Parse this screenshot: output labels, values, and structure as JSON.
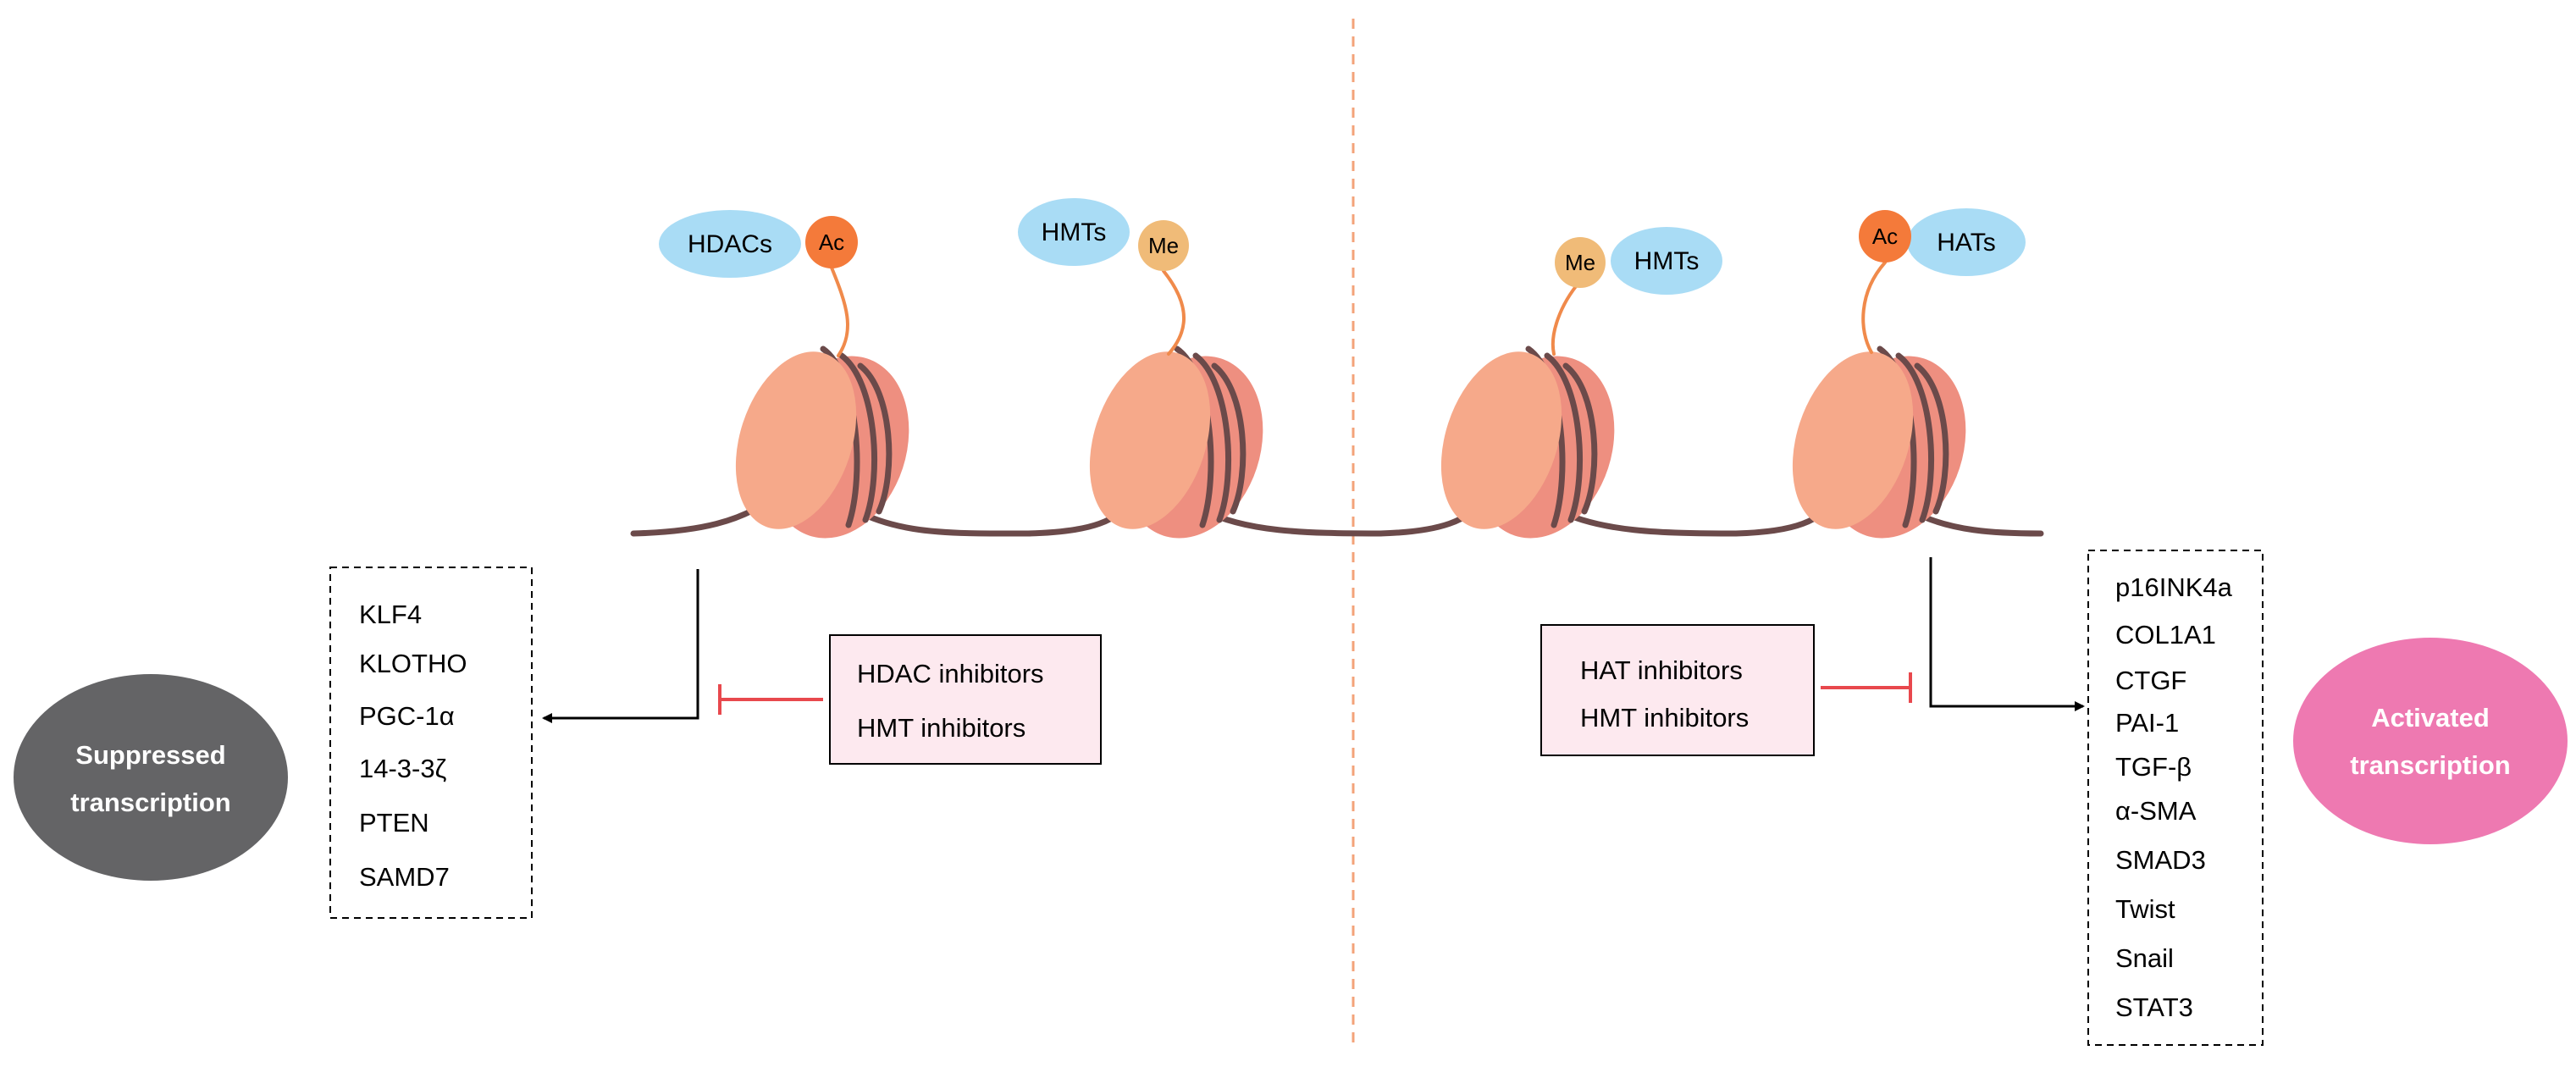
{
  "modifications": {
    "hdacs": "HDACs",
    "hmts_left": "HMTs",
    "hmts_right": "HMTs",
    "hats": "HATs",
    "ac": "Ac",
    "me": "Me"
  },
  "suppressed": {
    "label_line1": "Suppressed",
    "label_line2": "transcription",
    "genes": [
      "KLF4",
      "KLOTHO",
      "PGC-1α",
      "14-3-3ζ",
      "PTEN",
      "SAMD7"
    ]
  },
  "activated": {
    "label_line1": "Activated",
    "label_line2": "transcription",
    "genes": [
      "p16INK4a",
      "COL1A1",
      "CTGF",
      "PAI-1",
      "TGF-β",
      "α-SMA",
      "SMAD3",
      "Twist",
      "Snail",
      "STAT3"
    ]
  },
  "inhibitors_left": [
    "HDAC inhibitors",
    "HMT inhibitors"
  ],
  "inhibitors_right": [
    "HAT inhibitors",
    "HMT inhibitors"
  ],
  "colors": {
    "dna": "#6b4a4a",
    "nucleosome_front": "#f6a98a",
    "nucleosome_back": "#ee8f80",
    "ac": "#f47a3a",
    "me": "#f0bb78",
    "enzyme": "#a9dcf5",
    "tail": "#f08a4b",
    "suppressed_oval": "#646466",
    "activated_oval": "#ee79b1",
    "inhibitor_bg": "#fde9ef",
    "inhibit_red": "#e8484d",
    "divider": "#f3a37a"
  }
}
